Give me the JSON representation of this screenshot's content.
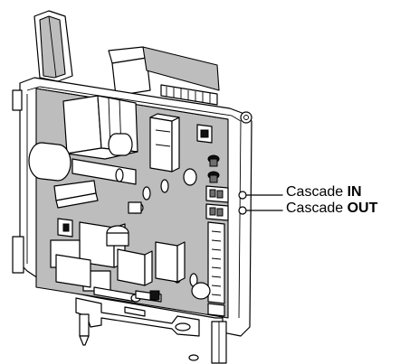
{
  "callouts": {
    "cascade_in": {
      "prefix": "Cascade",
      "suffix": "IN"
    },
    "cascade_out": {
      "prefix": "Cascade",
      "suffix": "OUT"
    }
  },
  "colors": {
    "line": "#000000",
    "board": "#bdbdbd",
    "background": "#ffffff"
  }
}
